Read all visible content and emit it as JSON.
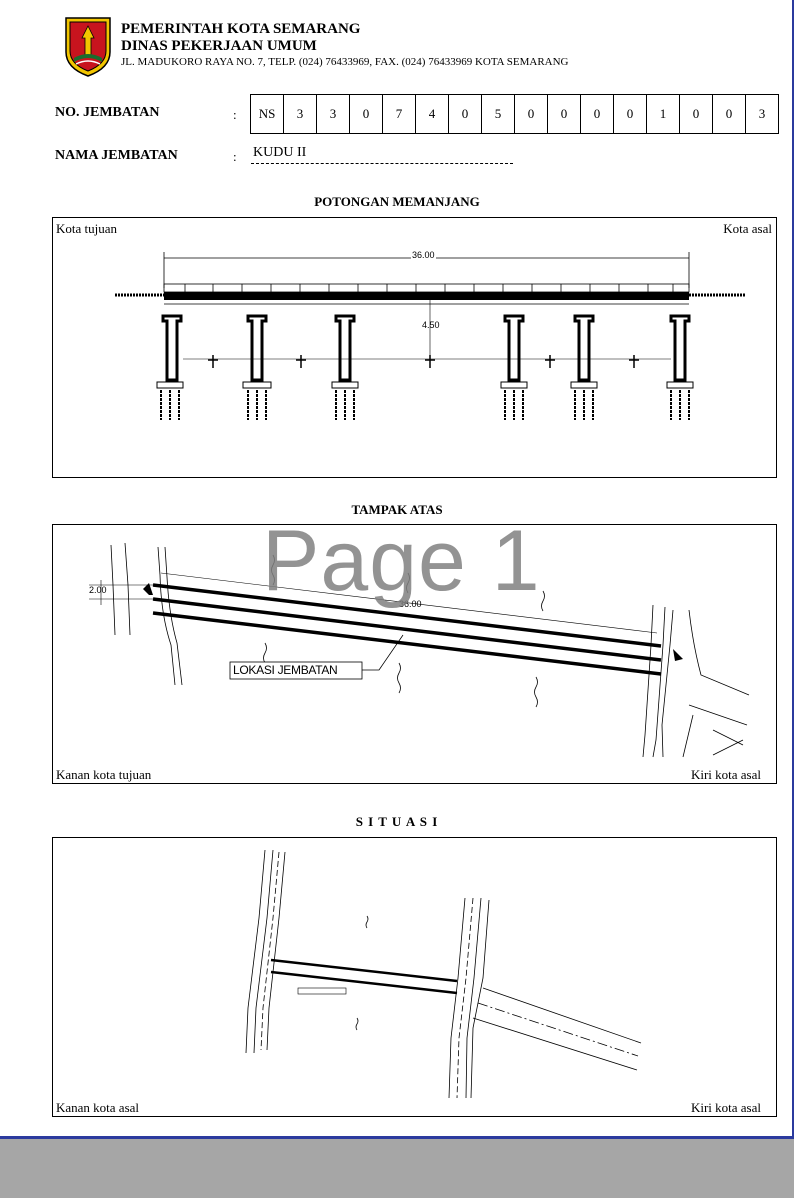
{
  "header": {
    "line1": "PEMERINTAH KOTA SEMARANG",
    "line2": "DINAS PEKERJAAN UMUM",
    "address": "JL. MADUKORO RAYA NO. 7, TELP. (024) 76433969, FAX. (024) 76433969 KOTA SEMARANG"
  },
  "bridge": {
    "no_label": "NO. JEMBATAN",
    "name_label": "NAMA JEMBATAN",
    "colon": ":",
    "digits": [
      "NS",
      "3",
      "3",
      "0",
      "7",
      "4",
      "0",
      "5",
      "0",
      "0",
      "0",
      "0",
      "1",
      "0",
      "0",
      "3"
    ],
    "name": "KUDU II"
  },
  "sections": {
    "longitudinal": {
      "title": "POTONGAN MEMANJANG",
      "left": "Kota tujuan",
      "right": "Kota asal",
      "span_dim": "36.00",
      "height_dim": "4.50"
    },
    "top_view": {
      "title": "TAMPAK ATAS",
      "left": "Kanan kota tujuan",
      "right": "Kiri kota asal",
      "width_dim": "2.00",
      "length_dim": "36.00",
      "location_label": "LOKASI JEMBATAN"
    },
    "situation": {
      "title": "S I T U A S I",
      "left": "Kanan kota asal",
      "right": "Kiri kota asal"
    }
  },
  "watermark": "Page 1"
}
